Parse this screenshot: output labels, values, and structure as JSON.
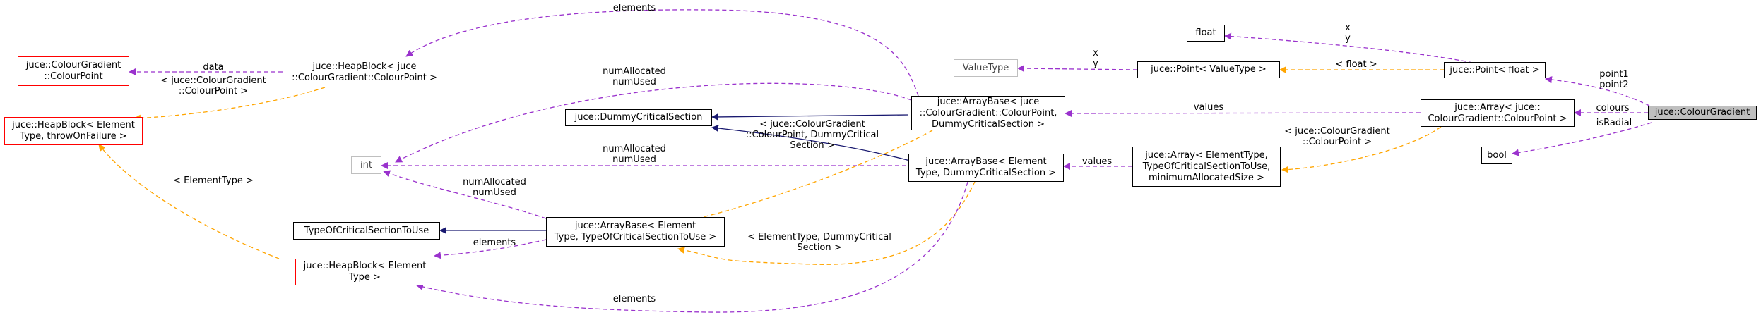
{
  "colors": {
    "usage_edge": "#9a32cd",
    "template_edge": "#ffa500",
    "inherit_edge": "#191970",
    "hl_fill": "#bfbfbf"
  },
  "nodes": {
    "colour_gradient": "juce::ColourGradient",
    "array_colourpoint": "juce::Array< juce::\nColourGradient::ColourPoint >",
    "point_float": "juce::Point< float >",
    "float": "float",
    "bool": "bool",
    "point_valuetype": "juce::Point< ValueType >",
    "valuetype": "ValueType",
    "arraybase_colourpoint": "juce::ArrayBase< juce\n::ColourGradient::ColourPoint,\nDummyCriticalSection >",
    "array_generic": "juce::Array< ElementType,\nTypeOfCriticalSectionToUse,\nminimumAllocatedSize >",
    "arraybase_element_dummy": "juce::ArrayBase< Element\nType, DummyCriticalSection >",
    "dummy_critical_section": "juce::DummyCriticalSection",
    "int": "int",
    "heapblock_colourpoint": "juce::HeapBlock< juce\n::ColourGradient::ColourPoint >",
    "colourgradient_colourpoint": "juce::ColourGradient\n::ColourPoint",
    "heapblock_throw": "juce::HeapBlock< Element\nType, throwOnFailure >",
    "arraybase_generic": "juce::ArrayBase< Element\nType, TypeOfCriticalSectionToUse >",
    "type_of_critical_section": "TypeOfCriticalSectionToUse",
    "heapblock_element": "juce::HeapBlock< Element\nType >"
  },
  "edge_labels": {
    "point1_point2": "point1\npoint2",
    "colours": "colours",
    "isradial": "isRadial",
    "x_y_float": "x\ny",
    "float_tmpl": "< float >",
    "x_y_valuetype": "x\ny",
    "values_top": "values",
    "colourpoint_tmpl": "< juce::ColourGradient\n::ColourPoint >",
    "values_mid": "values",
    "elements_top": "elements",
    "numallocated_top": "numAllocated\nnumUsed",
    "colourpoint_dummy_tmpl": "< juce::ColourGradient\n::ColourPoint, DummyCritical\nSection >",
    "numallocated_mid": "numAllocated\nnumUsed",
    "numallocated_low": "numAllocated\nnumUsed",
    "data": "data",
    "heapblock_colourpoint_tmpl": "< juce::ColourGradient\n::ColourPoint >",
    "elementtype_tmpl": "< ElementType >",
    "elements_low": "elements",
    "elementtype_dummy_tmpl": "< ElementType, DummyCritical\nSection >",
    "elements_bottom": "elements"
  }
}
